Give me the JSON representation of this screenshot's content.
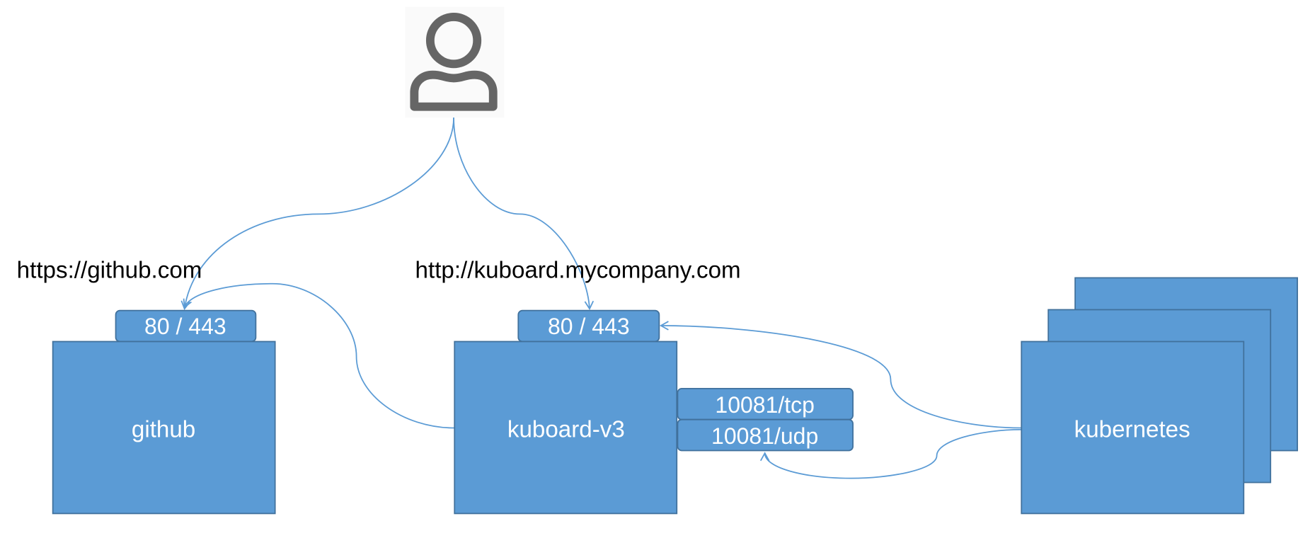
{
  "colors": {
    "box_fill": "#5b9bd5",
    "box_stroke": "#41719c",
    "line": "#5b9bd5",
    "icon": "#666666"
  },
  "user": {
    "icon": "user-icon"
  },
  "labels": {
    "github_url": "https://github.com",
    "kuboard_url": "http://kuboard.mycompany.com"
  },
  "nodes": {
    "github": {
      "name": "github",
      "port": "80 / 443"
    },
    "kuboard": {
      "name": "kuboard-v3",
      "port": "80 / 443",
      "tcp": "10081/tcp",
      "udp": "10081/udp"
    },
    "kubernetes": {
      "name": "kubernetes"
    }
  }
}
